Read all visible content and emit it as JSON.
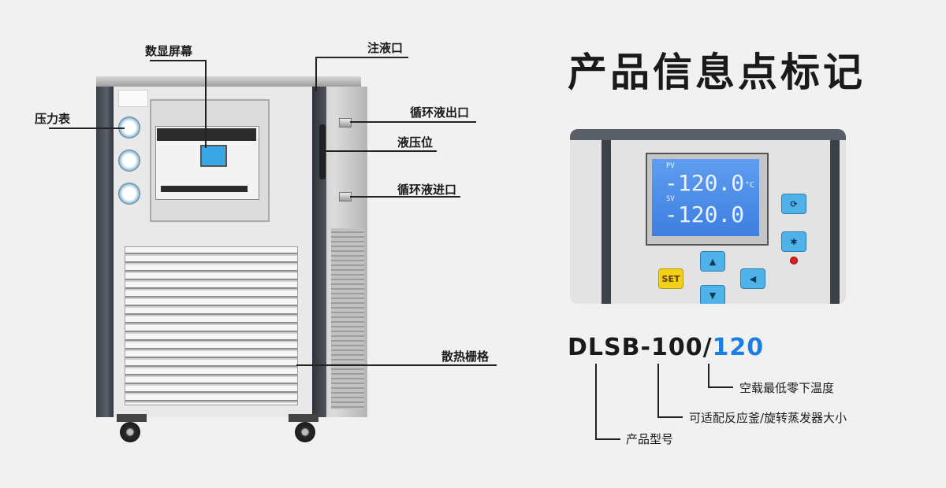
{
  "title": "产品信息点标记",
  "callouts": {
    "pressure_gauge": "压力表",
    "display": "数显屏幕",
    "fill_port": "注液口",
    "outlet": "循环液出口",
    "level": "液压位",
    "inlet": "循环液进口",
    "grille": "散热栅格"
  },
  "panel": {
    "pv_label": "PV",
    "pv_value": "-120.0",
    "pv_unit": "°C",
    "sv_label": "SV",
    "sv_value": "-120.0",
    "set_key": "SET"
  },
  "model": {
    "prefix": "DLSB-100/",
    "suffix": "120",
    "suffix_color": "#1a7fe0",
    "notes": {
      "temp": "空载最低零下温度",
      "capacity": "可适配反应釜/旋转蒸发器大小",
      "type": "产品型号"
    }
  }
}
